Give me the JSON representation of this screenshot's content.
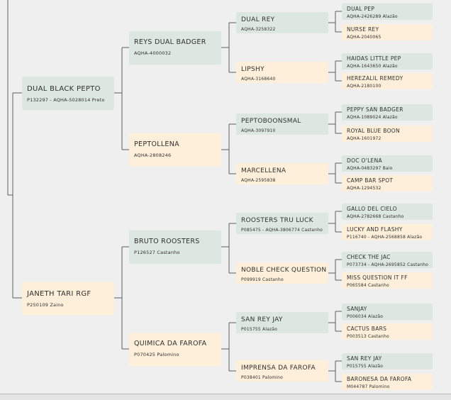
{
  "pedigree": {
    "parents": [
      {
        "name": "DUAL BLACK PEPTO",
        "reg": "P132297 - AQHA-5028014 Preto",
        "sex": "m"
      },
      {
        "name": "JANETH TARI RGF",
        "reg": "P250109 Zaino",
        "sex": "f"
      }
    ],
    "grandparents": [
      {
        "name": "REYS DUAL BADGER",
        "reg": "AQHA-4000032",
        "sex": "m"
      },
      {
        "name": "PEPTOLLENA",
        "reg": "AQHA-2808246",
        "sex": "f"
      },
      {
        "name": "BRUTO ROOSTERS",
        "reg": "P126527 Castanho",
        "sex": "m"
      },
      {
        "name": "QUIMICA DA FAROFA",
        "reg": "P070425 Palomino",
        "sex": "f"
      }
    ],
    "great_grandparents": [
      {
        "name": "DUAL REY",
        "reg": "AQHA-3258322",
        "sex": "m"
      },
      {
        "name": "LIPSHY",
        "reg": "AQHA-3168640",
        "sex": "f"
      },
      {
        "name": "PEPTOBOONSMAL",
        "reg": "AQHA-3097910",
        "sex": "m"
      },
      {
        "name": "MARCELLENA",
        "reg": "AQHA-2595838",
        "sex": "f"
      },
      {
        "name": "ROOSTERS TRU LUCK",
        "reg": "P085475 - AQHA-3806774 Castanho",
        "sex": "m"
      },
      {
        "name": "NOBLE CHECK QUESTION",
        "reg": "P099919 Castanho",
        "sex": "f"
      },
      {
        "name": "SAN REY JAY",
        "reg": "P015755 Alazão",
        "sex": "m"
      },
      {
        "name": "IMPRENSA DA FAROFA",
        "reg": "P038401 Palomino",
        "sex": "f"
      }
    ],
    "great_great_grandparents": [
      {
        "name": "DUAL PEP",
        "reg": "AQHA-2426289 Alazão",
        "sex": "m"
      },
      {
        "name": "NURSE REY",
        "reg": "AQHA-2040065",
        "sex": "f"
      },
      {
        "name": "HAIDAS LITTLE PEP",
        "reg": "AQHA-1643650 Alazão",
        "sex": "m"
      },
      {
        "name": "HEREZALIL REMEDY",
        "reg": "AQHA-2180100",
        "sex": "f"
      },
      {
        "name": "PEPPY SAN BADGER",
        "reg": "AQHA-1089024 Alazão",
        "sex": "m"
      },
      {
        "name": "ROYAL BLUE BOON",
        "reg": "AQHA-1601972",
        "sex": "f"
      },
      {
        "name": "DOC O'LENA",
        "reg": "AQHA-0483297 Baio",
        "sex": "m"
      },
      {
        "name": "CAMP BAR SPOT",
        "reg": "AQHA-1294532",
        "sex": "f"
      },
      {
        "name": "GALLO DEL CIELO",
        "reg": "AQHA-2782668 Castanho",
        "sex": "m"
      },
      {
        "name": "LUCKY AND FLASHY",
        "reg": "P116740 - AQHA-2568858 Alazão",
        "sex": "f"
      },
      {
        "name": "CHECK THE JAC",
        "reg": "P073734 - AQHA-2695852 Castanho",
        "sex": "m"
      },
      {
        "name": "MISS QUESTION IT FF",
        "reg": "P065584 Castanho",
        "sex": "f"
      },
      {
        "name": "SANJAY",
        "reg": "P006034 Alazão",
        "sex": "m"
      },
      {
        "name": "CACTUS BARS",
        "reg": "P003513 Castanho",
        "sex": "f"
      },
      {
        "name": "SAN REY JAY",
        "reg": "P015755 Alazão",
        "sex": "m"
      },
      {
        "name": "BARONESA DA FAROFA",
        "reg": "M044787 Palomino",
        "sex": "f"
      }
    ]
  },
  "colors": {
    "male_box": "#dde7e2",
    "female_box": "#fdefd9",
    "connector": "#5e5e5e",
    "background": "#efefef"
  }
}
